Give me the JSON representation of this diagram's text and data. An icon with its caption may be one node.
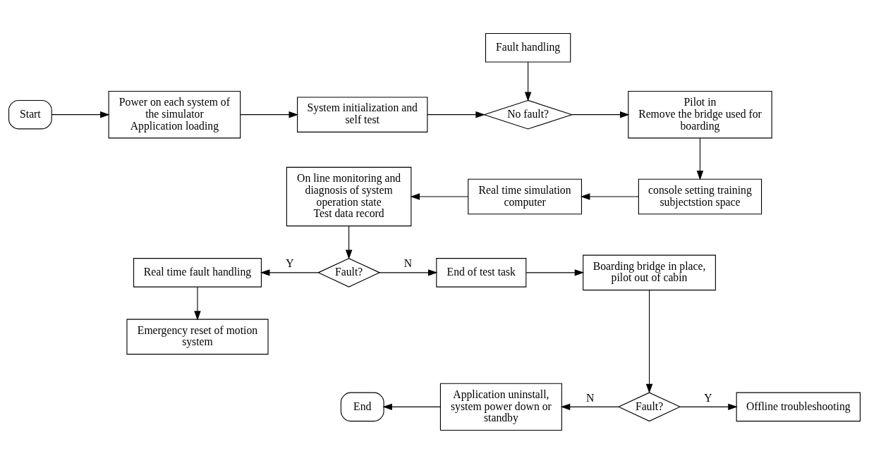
{
  "diagram": {
    "nodes": [
      {
        "text": [
          "Start"
        ]
      },
      {
        "text": [
          "Power on each system of the simulator",
          "Application loading"
        ]
      },
      {
        "text": [
          "System initialization and self test"
        ]
      },
      {
        "text": [
          "Fault handling"
        ]
      },
      {
        "text": [
          "No fault?"
        ]
      },
      {
        "text": [
          "Pilot in",
          "Remove the bridge used for boarding"
        ]
      },
      {
        "text": [
          "console setting training subjectstion space"
        ]
      },
      {
        "text": [
          "Real time simulation computer"
        ]
      },
      {
        "text": [
          "On line monitoring and diagnosis of system operation state",
          "Test data record"
        ]
      },
      {
        "text": [
          "Fault?"
        ]
      },
      {
        "text": [
          "Real time fault handling"
        ]
      },
      {
        "text": [
          "Emergency reset of motion system"
        ]
      },
      {
        "text": [
          "End of test task"
        ]
      },
      {
        "text": [
          "Boarding bridge in place, pilot out of cabin"
        ]
      },
      {
        "text": [
          "Fault?"
        ]
      },
      {
        "text": [
          "Offline troubleshooting"
        ]
      },
      {
        "text": [
          "Application uninstall, system power down or standby"
        ]
      },
      {
        "text": [
          "End"
        ]
      }
    ],
    "edges": [
      {
        "from": 0,
        "to": 1,
        "arrow": "to"
      },
      {
        "from": 1,
        "to": 2,
        "arrow": "to"
      },
      {
        "from": 2,
        "to": 4,
        "arrow": "to"
      },
      {
        "from": 3,
        "to": 4,
        "arrow": "to"
      },
      {
        "from": 4,
        "to": 5,
        "arrow": "to"
      },
      {
        "from": 5,
        "to": 6,
        "arrow": "to"
      },
      {
        "from": 6,
        "to": 7,
        "arrow": "to"
      },
      {
        "from": 7,
        "to": 8,
        "arrow": "to"
      },
      {
        "from": 8,
        "to": 9,
        "arrow": "to"
      },
      {
        "from": 9,
        "to": 10,
        "arrow": "to",
        "label": "Y"
      },
      {
        "from": 10,
        "to": 11,
        "arrow": "to"
      },
      {
        "from": 9,
        "to": 12,
        "arrow": "to",
        "label": "N"
      },
      {
        "from": 12,
        "to": 13,
        "arrow": "to"
      },
      {
        "from": 13,
        "to": 14,
        "arrow": "to"
      },
      {
        "from": 14,
        "to": 15,
        "arrow": "to",
        "label": "Y"
      },
      {
        "from": 14,
        "to": 16,
        "arrow": "to",
        "label": "N"
      },
      {
        "from": 16,
        "to": 17,
        "arrow": "to"
      }
    ]
  }
}
